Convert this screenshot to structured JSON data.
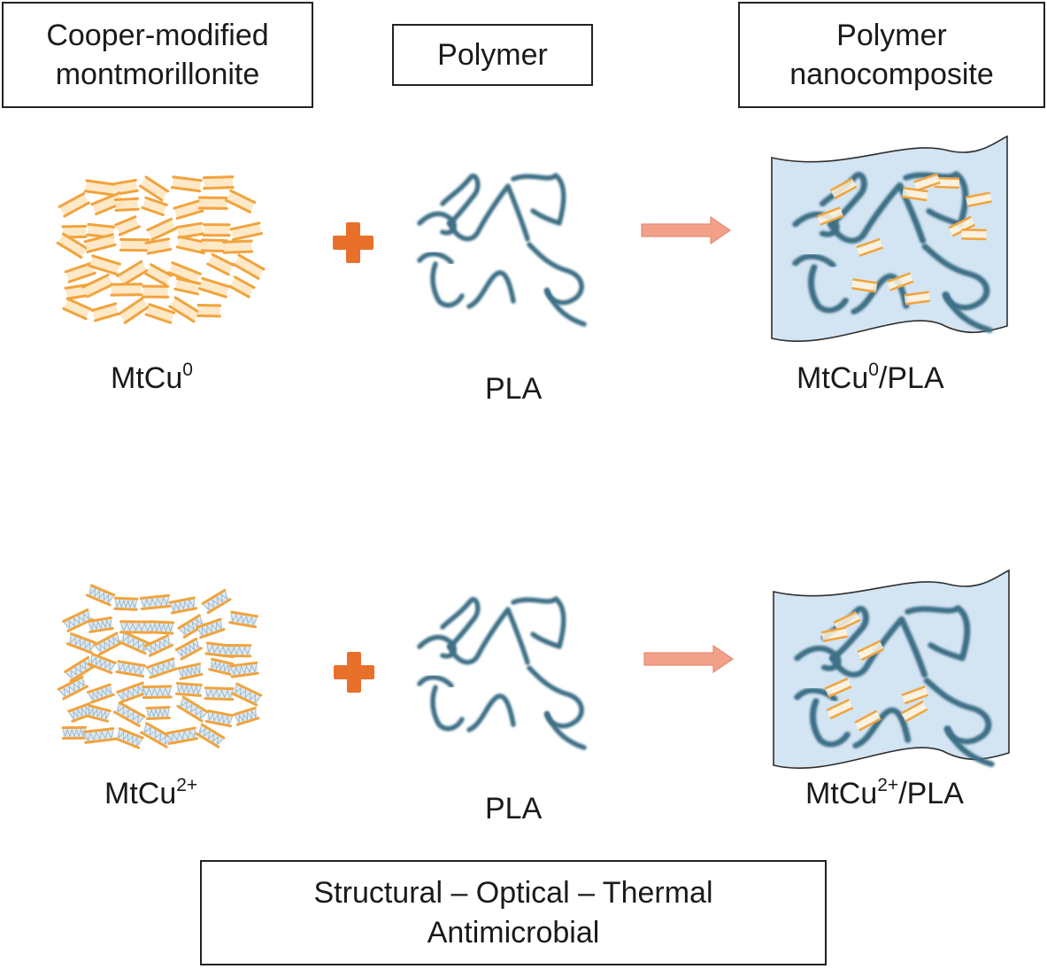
{
  "headers": {
    "clay": [
      "Cooper-modified",
      "montmorillonite"
    ],
    "polymer": "Polymer",
    "composite": [
      "Polymer",
      "nanocomposite"
    ]
  },
  "rows": [
    {
      "clay": {
        "base": "MtCu",
        "sup": "0"
      },
      "polymer": "PLA",
      "composite": {
        "base": "MtCu",
        "sup": "0",
        "suffix": "/PLA"
      }
    },
    {
      "clay": {
        "base": "MtCu",
        "sup": "2+"
      },
      "polymer": "PLA",
      "composite": {
        "base": "MtCu",
        "sup": "2+",
        "suffix": "/PLA"
      }
    }
  ],
  "properties": [
    "Structural – Optical – Thermal",
    "Antimicrobial"
  ],
  "colors": {
    "chain": "#3d6f86",
    "platelet": "#f2a33c",
    "platelet_fill_row1": "#fde6c2",
    "platelet_fill_row2": "#d8e8f3",
    "plus": "#e8702a",
    "arrow": "#f2a08a",
    "film": "#d3e4f3"
  },
  "icons": [
    "plus-icon",
    "right-arrow-icon",
    "polymer-chain-icon",
    "clay-platelet-icon",
    "film-sheet-icon"
  ]
}
